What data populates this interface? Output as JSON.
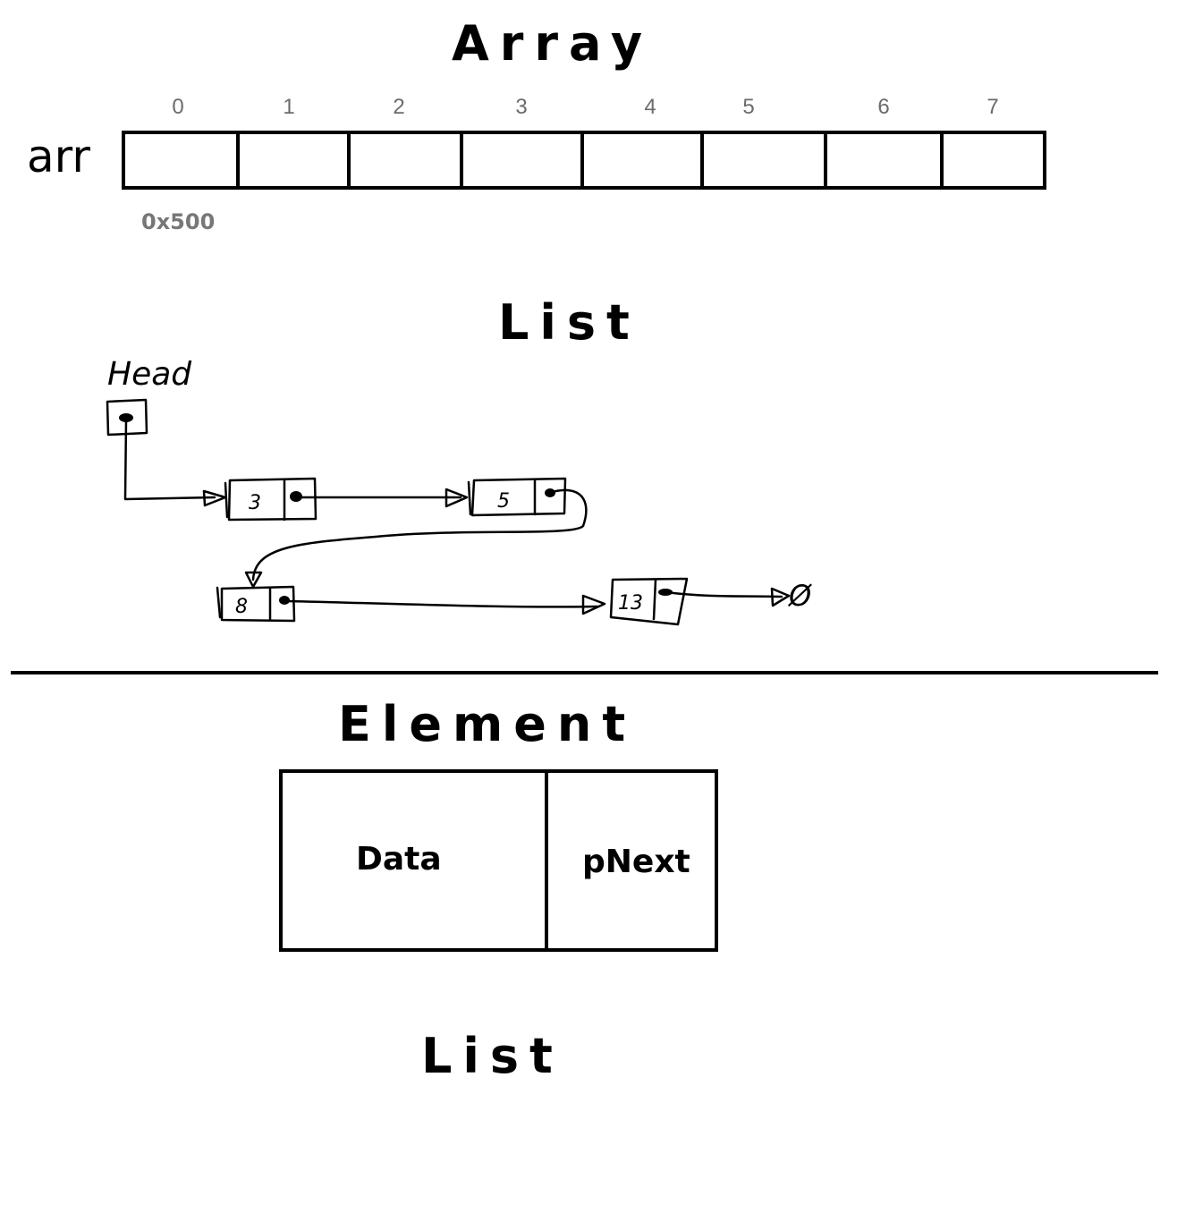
{
  "array_section": {
    "title": "Array",
    "variable_label": "arr",
    "indices": [
      "0",
      "1",
      "2",
      "3",
      "4",
      "5",
      "6",
      "7"
    ],
    "address": "0x500"
  },
  "list_section": {
    "title": "List",
    "head_label": "Head",
    "nodes": [
      {
        "value": "3"
      },
      {
        "value": "5"
      },
      {
        "value": "8"
      },
      {
        "value": "13"
      }
    ],
    "null_symbol": "Ø"
  },
  "element_section": {
    "title": "Element",
    "data_label": "Data",
    "pnext_label": "pNext"
  },
  "bottom_section": {
    "title": "List"
  }
}
